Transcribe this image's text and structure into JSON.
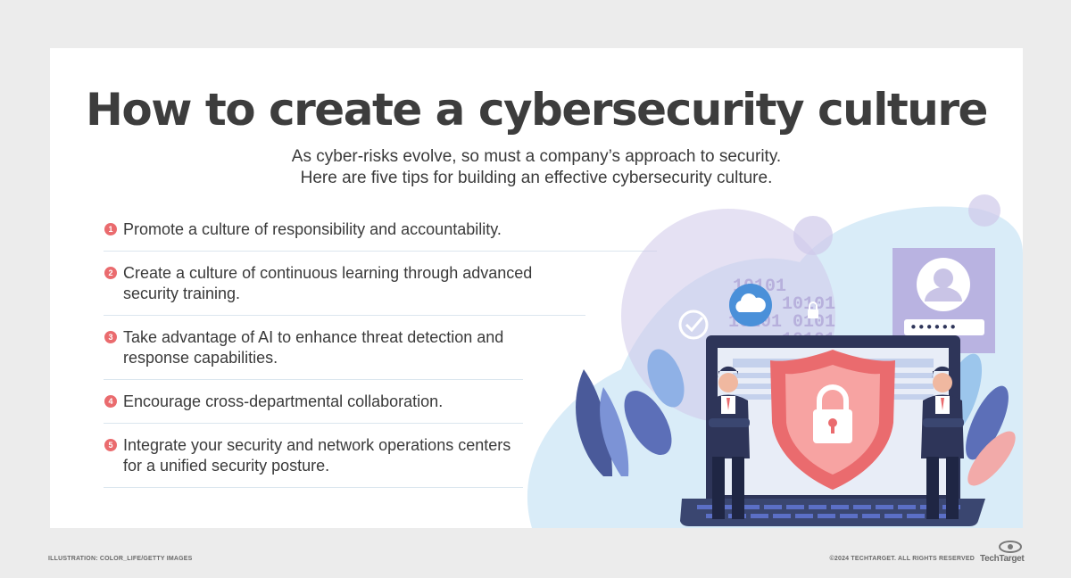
{
  "header": {
    "title": "How to create a cybersecurity culture",
    "subtitle_line1": "As cyber-risks evolve, so must a company’s approach to security.",
    "subtitle_line2": "Here are five tips for building an effective cybersecurity culture."
  },
  "tips": [
    {
      "number": "1",
      "text": "Promote a culture of responsibility and accountability."
    },
    {
      "number": "2",
      "text": "Create a culture of continuous learning through advanced security training."
    },
    {
      "number": "3",
      "text": "Take advantage of AI to enhance threat detection and response capabilities."
    },
    {
      "number": "4",
      "text": "Encourage cross-departmental collaboration."
    },
    {
      "number": "5",
      "text": "Integrate your security and network operations centers for a unified security posture."
    }
  ],
  "illustration": {
    "binary_line1": "10101",
    "binary_line2": "0101 10101",
    "binary_line3": "10101 0101",
    "binary_line4": "10101",
    "password_mask": "••••••",
    "icons": [
      "cloud-icon",
      "check-icon",
      "lock-icon",
      "shield-icon",
      "user-profile-icon",
      "laptop-icon"
    ]
  },
  "footer": {
    "credit": "ILLUSTRATION: COLOR_LIFE/GETTY IMAGES",
    "copyright": "©2024 TECHTARGET. ALL RIGHTS RESERVED",
    "brand": "TechTarget"
  },
  "colors": {
    "accent_red": "#ea6b6e",
    "dark_text": "#3d3d3d",
    "light_blue": "#d3e8f5",
    "lavender": "#c9c4e6",
    "navy": "#2e3559"
  }
}
